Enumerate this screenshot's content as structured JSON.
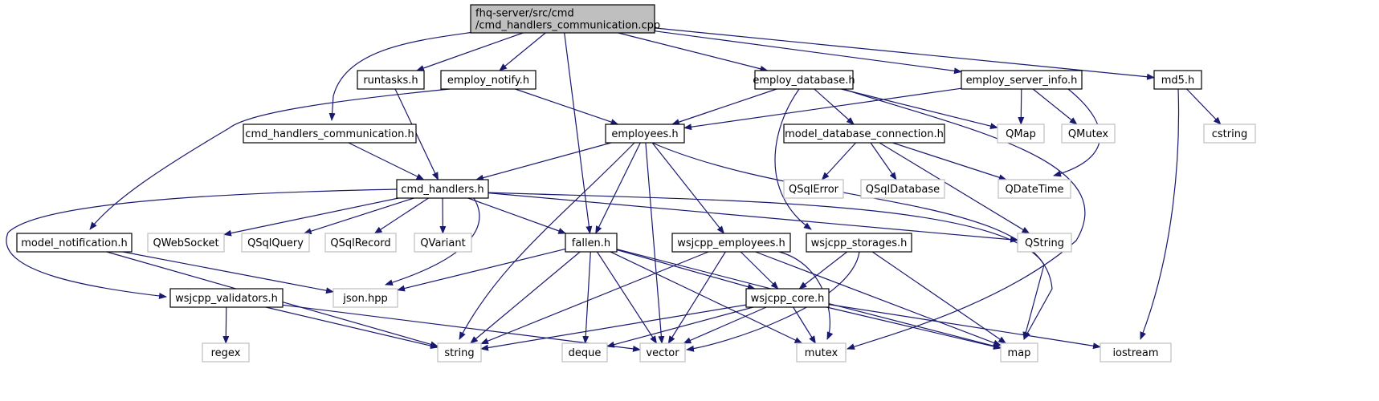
{
  "diagram": {
    "type": "include-dependency-graph",
    "colors": {
      "edge": "#191970",
      "root_fill": "#bfbfbf",
      "node_border": "#000000",
      "external_border": "#bfbfbf"
    },
    "nodes": [
      {
        "id": "root",
        "lines": [
          "fhq-server/src/cmd",
          "/cmd_handlers_communication.cpp"
        ],
        "kind": "root"
      },
      {
        "id": "runtasks",
        "lines": [
          "runtasks.h"
        ],
        "kind": "local"
      },
      {
        "id": "employ_notify",
        "lines": [
          "employ_notify.h"
        ],
        "kind": "local"
      },
      {
        "id": "employ_database",
        "lines": [
          "employ_database.h"
        ],
        "kind": "local"
      },
      {
        "id": "employ_server_info",
        "lines": [
          "employ_server_info.h"
        ],
        "kind": "local"
      },
      {
        "id": "md5",
        "lines": [
          "md5.h"
        ],
        "kind": "local"
      },
      {
        "id": "cmd_handlers_communication_h",
        "lines": [
          "cmd_handlers_communication.h"
        ],
        "kind": "local"
      },
      {
        "id": "employees",
        "lines": [
          "employees.h"
        ],
        "kind": "local"
      },
      {
        "id": "model_database_connection",
        "lines": [
          "model_database_connection.h"
        ],
        "kind": "local"
      },
      {
        "id": "QMap",
        "lines": [
          "QMap"
        ],
        "kind": "external"
      },
      {
        "id": "QMutex",
        "lines": [
          "QMutex"
        ],
        "kind": "external"
      },
      {
        "id": "cstring",
        "lines": [
          "cstring"
        ],
        "kind": "external"
      },
      {
        "id": "cmd_handlers",
        "lines": [
          "cmd_handlers.h"
        ],
        "kind": "local"
      },
      {
        "id": "QSqlError",
        "lines": [
          "QSqlError"
        ],
        "kind": "external"
      },
      {
        "id": "QSqlDatabase",
        "lines": [
          "QSqlDatabase"
        ],
        "kind": "external"
      },
      {
        "id": "QDateTime",
        "lines": [
          "QDateTime"
        ],
        "kind": "external"
      },
      {
        "id": "model_notification",
        "lines": [
          "model_notification.h"
        ],
        "kind": "local"
      },
      {
        "id": "QWebSocket",
        "lines": [
          "QWebSocket"
        ],
        "kind": "external"
      },
      {
        "id": "QSqlQuery",
        "lines": [
          "QSqlQuery"
        ],
        "kind": "external"
      },
      {
        "id": "QSqlRecord",
        "lines": [
          "QSqlRecord"
        ],
        "kind": "external"
      },
      {
        "id": "QVariant",
        "lines": [
          "QVariant"
        ],
        "kind": "external"
      },
      {
        "id": "fallen",
        "lines": [
          "fallen.h"
        ],
        "kind": "local"
      },
      {
        "id": "wsjcpp_employees",
        "lines": [
          "wsjcpp_employees.h"
        ],
        "kind": "local"
      },
      {
        "id": "wsjcpp_storages",
        "lines": [
          "wsjcpp_storages.h"
        ],
        "kind": "local"
      },
      {
        "id": "QString",
        "lines": [
          "QString"
        ],
        "kind": "external"
      },
      {
        "id": "json",
        "lines": [
          "json.hpp"
        ],
        "kind": "external"
      },
      {
        "id": "wsjcpp_core",
        "lines": [
          "wsjcpp_core.h"
        ],
        "kind": "local"
      },
      {
        "id": "wsjcpp_validators",
        "lines": [
          "wsjcpp_validators.h"
        ],
        "kind": "local"
      },
      {
        "id": "regex",
        "lines": [
          "regex"
        ],
        "kind": "external"
      },
      {
        "id": "string",
        "lines": [
          "string"
        ],
        "kind": "external"
      },
      {
        "id": "deque",
        "lines": [
          "deque"
        ],
        "kind": "external"
      },
      {
        "id": "vector",
        "lines": [
          "vector"
        ],
        "kind": "external"
      },
      {
        "id": "mutex",
        "lines": [
          "mutex"
        ],
        "kind": "external"
      },
      {
        "id": "map",
        "lines": [
          "map"
        ],
        "kind": "external"
      },
      {
        "id": "iostream",
        "lines": [
          "iostream"
        ],
        "kind": "external"
      }
    ],
    "edges": [
      [
        "root",
        "runtasks"
      ],
      [
        "root",
        "employ_notify"
      ],
      [
        "root",
        "employ_database"
      ],
      [
        "root",
        "employ_server_info"
      ],
      [
        "root",
        "md5"
      ],
      [
        "root",
        "cmd_handlers_communication_h"
      ],
      [
        "root",
        "fallen"
      ],
      [
        "runtasks",
        "cmd_handlers"
      ],
      [
        "employ_notify",
        "employees"
      ],
      [
        "employ_notify",
        "model_notification"
      ],
      [
        "employ_database",
        "employees"
      ],
      [
        "employ_database",
        "model_database_connection"
      ],
      [
        "employ_database",
        "QMap"
      ],
      [
        "employ_database",
        "wsjcpp_storages"
      ],
      [
        "employ_database",
        "mutex"
      ],
      [
        "employ_server_info",
        "employees"
      ],
      [
        "employ_server_info",
        "QMap"
      ],
      [
        "employ_server_info",
        "QMutex"
      ],
      [
        "employ_server_info",
        "QDateTime"
      ],
      [
        "md5",
        "cstring"
      ],
      [
        "md5",
        "iostream"
      ],
      [
        "cmd_handlers_communication_h",
        "cmd_handlers"
      ],
      [
        "employees",
        "cmd_handlers"
      ],
      [
        "employees",
        "fallen"
      ],
      [
        "employees",
        "wsjcpp_employees"
      ],
      [
        "employees",
        "string"
      ],
      [
        "employees",
        "vector"
      ],
      [
        "employees",
        "map"
      ],
      [
        "model_database_connection",
        "QSqlError"
      ],
      [
        "model_database_connection",
        "QSqlDatabase"
      ],
      [
        "model_database_connection",
        "QDateTime"
      ],
      [
        "model_database_connection",
        "QString"
      ],
      [
        "cmd_handlers",
        "QWebSocket"
      ],
      [
        "cmd_handlers",
        "QSqlQuery"
      ],
      [
        "cmd_handlers",
        "QSqlRecord"
      ],
      [
        "cmd_handlers",
        "QVariant"
      ],
      [
        "cmd_handlers",
        "fallen"
      ],
      [
        "cmd_handlers",
        "QString"
      ],
      [
        "cmd_handlers",
        "json"
      ],
      [
        "cmd_handlers",
        "map"
      ],
      [
        "cmd_handlers",
        "wsjcpp_validators"
      ],
      [
        "model_notification",
        "json"
      ],
      [
        "model_notification",
        "string"
      ],
      [
        "fallen",
        "json"
      ],
      [
        "fallen",
        "string"
      ],
      [
        "fallen",
        "deque"
      ],
      [
        "fallen",
        "vector"
      ],
      [
        "fallen",
        "mutex"
      ],
      [
        "fallen",
        "map"
      ],
      [
        "fallen",
        "wsjcpp_core"
      ],
      [
        "wsjcpp_employees",
        "wsjcpp_core"
      ],
      [
        "wsjcpp_employees",
        "string"
      ],
      [
        "wsjcpp_employees",
        "vector"
      ],
      [
        "wsjcpp_employees",
        "mutex"
      ],
      [
        "wsjcpp_employees",
        "map"
      ],
      [
        "wsjcpp_storages",
        "wsjcpp_core"
      ],
      [
        "wsjcpp_storages",
        "vector"
      ],
      [
        "wsjcpp_storages",
        "map"
      ],
      [
        "wsjcpp_core",
        "string"
      ],
      [
        "wsjcpp_core",
        "deque"
      ],
      [
        "wsjcpp_core",
        "vector"
      ],
      [
        "wsjcpp_core",
        "mutex"
      ],
      [
        "wsjcpp_core",
        "map"
      ],
      [
        "wsjcpp_core",
        "iostream"
      ],
      [
        "wsjcpp_validators",
        "regex"
      ],
      [
        "wsjcpp_validators",
        "string"
      ],
      [
        "wsjcpp_validators",
        "vector"
      ]
    ]
  }
}
